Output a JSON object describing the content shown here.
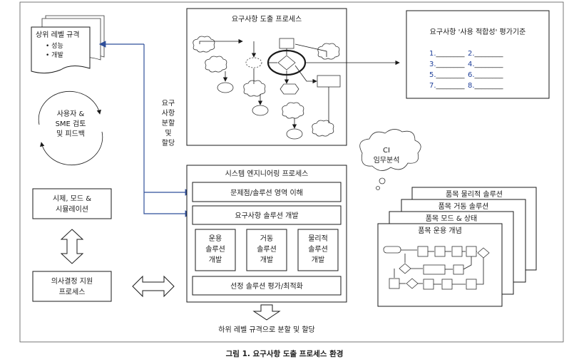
{
  "top_spec": {
    "title": "상위 레벨 규격",
    "bullets": [
      "• 성능",
      "• 개발"
    ]
  },
  "user_review": {
    "lines": [
      "사용자 &",
      "SME 검토",
      "및 피드백"
    ]
  },
  "simulation": {
    "lines": [
      "시제, 모드 &",
      "시뮬레이션"
    ]
  },
  "decision": {
    "lines": [
      "의사결정 지원",
      "프로세스"
    ]
  },
  "derivation_process": {
    "title": "요구사항 도출 프로세스"
  },
  "side_label": {
    "lines": [
      "요구",
      "사항",
      "분할",
      "및",
      "할당"
    ]
  },
  "criteria": {
    "title": "요구사항 '사용 적합성' 평가기준",
    "items": [
      {
        "num": "1.",
        "blank": "________"
      },
      {
        "num": "2.",
        "blank": "________"
      },
      {
        "num": "3.",
        "blank": "________"
      },
      {
        "num": "4.",
        "blank": "________"
      },
      {
        "num": "5.",
        "blank": "________"
      },
      {
        "num": "6.",
        "blank": "________"
      },
      {
        "num": "7.",
        "blank": "________"
      },
      {
        "num": "8.",
        "blank": "________"
      }
    ]
  },
  "ci": {
    "lines": [
      "CI",
      "임무분석"
    ]
  },
  "se_process": {
    "title": "시스템 엔지니어링 프로세스",
    "problem": "문제점/솔루션 영역 이해",
    "req_solution": "요구사항 솔루션 개발",
    "sub_boxes": [
      {
        "lines": [
          "운용",
          "솔루션",
          "개발"
        ]
      },
      {
        "lines": [
          "거동",
          "솔루션",
          "개발"
        ]
      },
      {
        "lines": [
          "물리적",
          "솔루션",
          "개발"
        ]
      }
    ],
    "evaluation": "선정 솔루션 평가/최적화"
  },
  "lower_spec": {
    "label": "하위 레벨 규격으로 분할 및 할당"
  },
  "stack": {
    "labels": [
      "품목 물리적 솔루션",
      "품목 거동 솔루션",
      "품목 모드 & 상태",
      "품목 운용 개념"
    ]
  },
  "caption": {
    "text": "그림 1. 요구사항 도출 프로세스 환경"
  }
}
